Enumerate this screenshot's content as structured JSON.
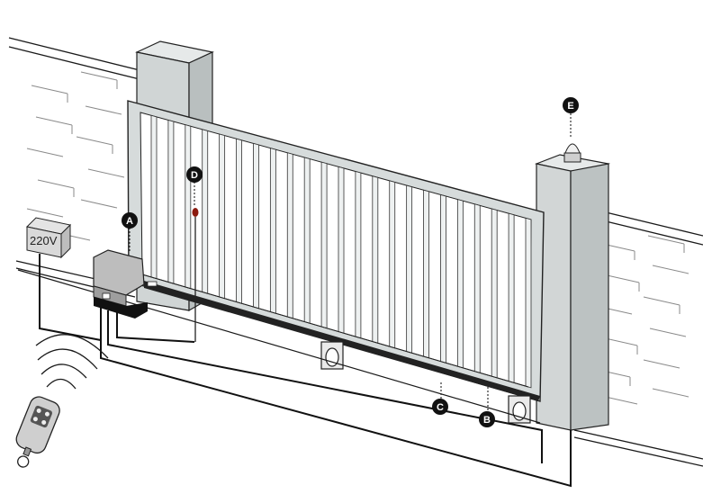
{
  "power_box": {
    "text": "220V"
  },
  "labels": {
    "A": "A",
    "B": "B",
    "C": "C",
    "D": "D",
    "E": "E"
  },
  "colors": {
    "gate_frame": "#d6dbdb",
    "bars": "#eef1f1",
    "motor": "#bdbdbd",
    "label_bg": "#111111",
    "photocell": "#8b1a0f"
  },
  "icons": {
    "remote": "remote-control-icon",
    "signal": "wireless-signal-icon",
    "lamp": "warning-lamp-icon"
  }
}
